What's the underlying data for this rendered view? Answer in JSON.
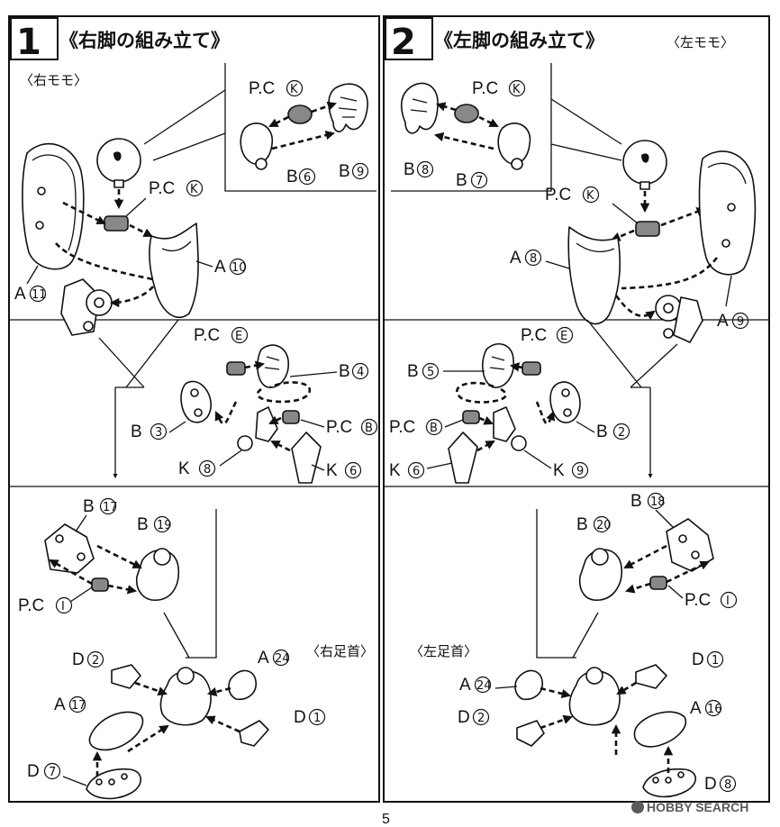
{
  "page_number": "5",
  "watermark": {
    "logo": "HOBBY SEARCH"
  },
  "steps": [
    {
      "number": "1",
      "title": "《右脚の組み立て》"
    },
    {
      "number": "2",
      "title": "《左脚の組み立て》"
    }
  ],
  "sections": {
    "right_thigh": "〈右モモ〉",
    "left_thigh": "〈左モモ〉",
    "right_ankle": "〈右足首〉",
    "left_ankle": "〈左足首〉"
  },
  "labels": {
    "pc": "P.C",
    "a": "A",
    "b": "B",
    "d": "D",
    "k": "K"
  },
  "circled": {
    "k": "K",
    "e": "E",
    "bb": "B",
    "i": "I",
    "n1": "1",
    "n2": "2",
    "n3": "3",
    "n4": "4",
    "n5": "5",
    "n6": "6",
    "n7": "7",
    "n8": "8",
    "n9": "9",
    "n10": "10",
    "n11": "11",
    "n16": "16",
    "n17": "17",
    "n18": "18",
    "n19": "19",
    "n20": "20",
    "n24": "24"
  }
}
